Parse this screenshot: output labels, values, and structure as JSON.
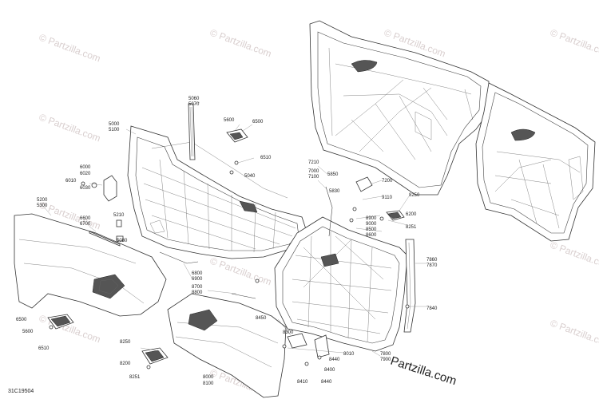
{
  "diagram_code": "31C19504",
  "brand": "Partzilla.com",
  "watermark_text": "© Partzilla.com",
  "part_numbers": [
    "5060",
    "5070",
    "5600",
    "6500",
    "6510",
    "5040",
    "5000",
    "5100",
    "6000",
    "6020",
    "6010",
    "6030",
    "5200",
    "5300",
    "6600",
    "6700",
    "5210",
    "5080",
    "6800",
    "6900",
    "8700",
    "8800",
    "8450",
    "6500",
    "5600",
    "6510",
    "8250",
    "8200",
    "8251",
    "8000",
    "8100",
    "7210",
    "7000",
    "7100",
    "5850",
    "7200",
    "5830",
    "9110",
    "8250",
    "8900",
    "9000",
    "8500",
    "8600",
    "6200",
    "8251",
    "7860",
    "7870",
    "7840",
    "8010",
    "7800",
    "7900",
    "8410",
    "8440",
    "8400",
    "8440",
    "8300"
  ]
}
